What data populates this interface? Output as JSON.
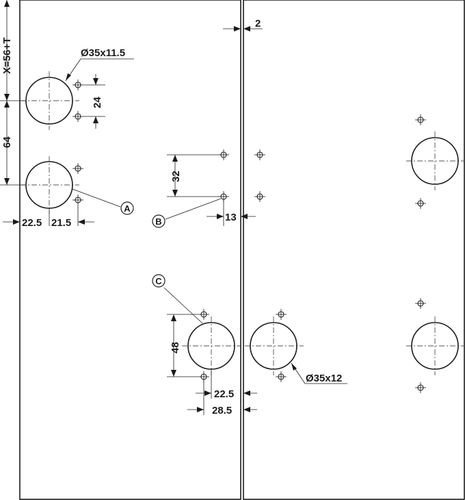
{
  "labels": {
    "dia_a": "Ø35x11.5",
    "dia_b": "Ø35x12",
    "x_formula": "X=56+T",
    "d64": "64",
    "d24": "24",
    "d32": "32",
    "d48": "48",
    "d225_left": "22.5",
    "d215": "21.5",
    "d13": "13",
    "d2": "2",
    "d225_right": "22.5",
    "d285": "28.5"
  },
  "callouts": {
    "a": "A",
    "b": "B",
    "c": "C"
  }
}
